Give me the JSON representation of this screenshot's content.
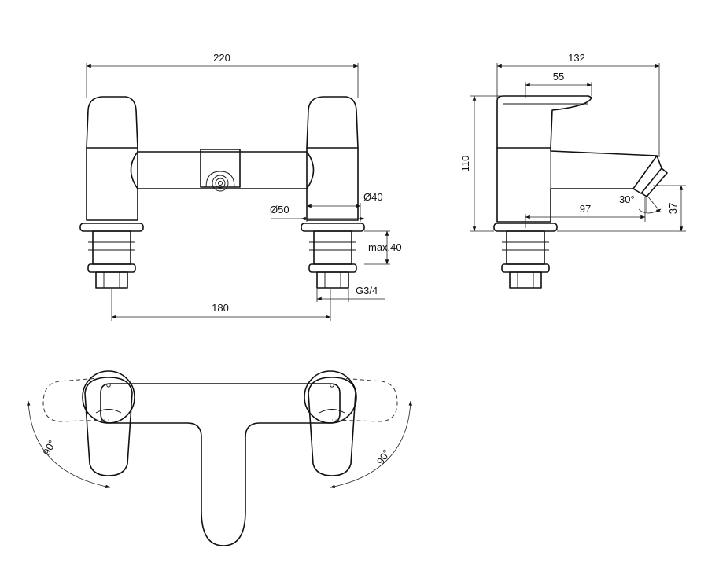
{
  "dimensions": {
    "front_width": "220",
    "foot_spacing": "180",
    "side_depth": "132",
    "spout_reach": "55",
    "side_height": "110",
    "outlet_reach": "97",
    "outlet_height": "37",
    "outlet_angle": "30°",
    "foot_diameter": "Ø50",
    "shank_diameter": "Ø40",
    "deck_thickness": "max.40",
    "thread": "G3/4",
    "rotation_left": "90°",
    "rotation_right": "90°"
  }
}
